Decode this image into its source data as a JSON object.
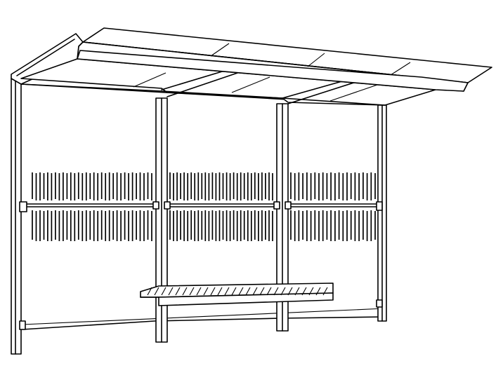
{
  "illustration": {
    "subject": "bus-shelter",
    "stroke_color": "#000000",
    "background_color": "#ffffff",
    "bays": [
      {
        "id": "bay-left",
        "fin_count": 32
      },
      {
        "id": "bay-middle",
        "fin_count": 30
      },
      {
        "id": "bay-right",
        "fin_count": 22
      }
    ]
  }
}
